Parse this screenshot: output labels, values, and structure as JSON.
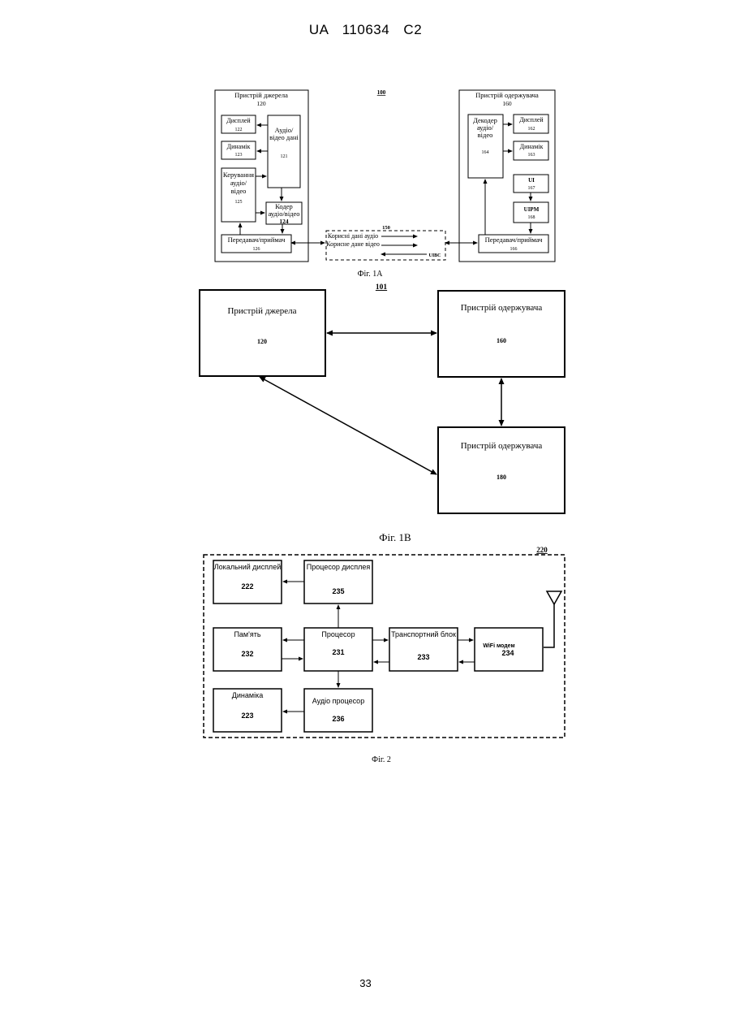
{
  "page": {
    "header": "UA 110634 C2",
    "page_number": "33"
  },
  "fig1a": {
    "ref": "100",
    "caption": "Фіг. 1А",
    "source": {
      "title": "Пристрій джерела",
      "num": "120"
    },
    "display": {
      "label": "Дисплей",
      "num": "122"
    },
    "speaker": {
      "label": "Динамік",
      "num": "123"
    },
    "av_data": {
      "line1": "Аудіо/",
      "line2": "відео дані",
      "num": "121"
    },
    "control": {
      "line1": "Керування",
      "line2": "аудіо/",
      "line3": "відео",
      "num": "125"
    },
    "encoder": {
      "line1": "Кодер",
      "line2": "аудіо/відео",
      "num": "124"
    },
    "tx_src": {
      "label": "Передавач/приймач",
      "num": "126"
    },
    "channel": {
      "num": "150",
      "audio": "Корисні дані аудіо",
      "video": "Корисне дане відео",
      "uibc": "UIBC"
    },
    "sink": {
      "title": "Пристрій одержувача",
      "num": "160"
    },
    "decoder": {
      "line1": "Декодер",
      "line2": "аудіо/",
      "line3": "відео",
      "num": "164"
    },
    "display_r": {
      "label": "Дисплей",
      "num": "162"
    },
    "speaker_r": {
      "label": "Динамік",
      "num": "163"
    },
    "ui": {
      "label": "UI",
      "num": "167"
    },
    "uipm": {
      "label": "UIPM",
      "num": "168"
    },
    "tx_sink": {
      "label": "Передавач/приймач",
      "num": "166"
    }
  },
  "fig1b": {
    "ref": "101",
    "caption": "Фіг. 1В",
    "source": {
      "title": "Пристрій джерела",
      "num": "120"
    },
    "sink1": {
      "title": "Пристрій одержувача",
      "num": "160"
    },
    "sink2": {
      "title": "Пристрій одержувача",
      "num": "180"
    }
  },
  "fig2": {
    "ref": "220",
    "caption": "Фіг. 2",
    "local_display": {
      "title": "Локальний дисплей",
      "num": "222"
    },
    "display_proc": {
      "title": "Процесор дисплея",
      "num": "235"
    },
    "memory": {
      "title": "Пам'ять",
      "num": "232"
    },
    "processor": {
      "title": "Процесор",
      "num": "231"
    },
    "transport": {
      "title": "Транспортний блок",
      "num": "233"
    },
    "wifi": {
      "title": "WiFi модем",
      "num": "234"
    },
    "speakers": {
      "title": "Динаміка",
      "num": "223"
    },
    "audio_proc": {
      "title": "Аудіо процесор",
      "num": "236"
    }
  }
}
